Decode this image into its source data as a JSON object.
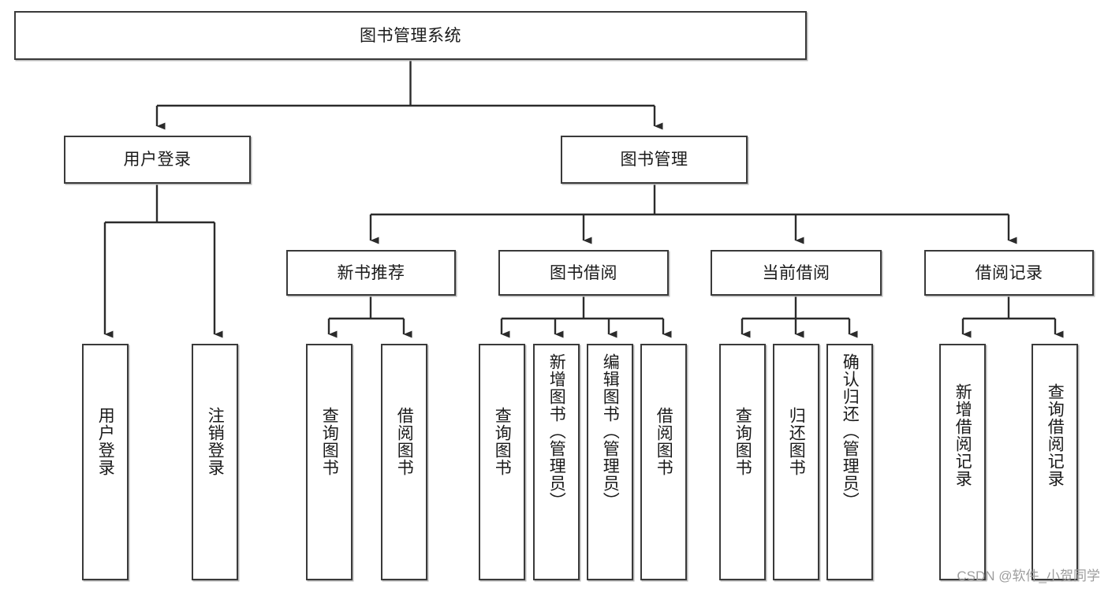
{
  "diagram": {
    "type": "tree",
    "title": "图书管理系统",
    "watermark": "CSDN @软件_小贺同学",
    "colors": {
      "box_border": "#3a3a3a",
      "box_fill": "#ffffff",
      "connector": "#2b2b2b",
      "text": "#1a1a1a",
      "watermark": "#9d9d9d"
    },
    "levels": {
      "root": {
        "label": "图书管理系统"
      },
      "level2": [
        {
          "label": "用户登录"
        },
        {
          "label": "图书管理"
        }
      ],
      "level3": [
        {
          "label": "新书推荐"
        },
        {
          "label": "图书借阅"
        },
        {
          "label": "当前借阅"
        },
        {
          "label": "借阅记录"
        }
      ],
      "leaves": [
        {
          "label": "用户登录",
          "parent": "用户登录"
        },
        {
          "label": "注销登录",
          "parent": "用户登录"
        },
        {
          "label": "查询图书",
          "parent": "新书推荐"
        },
        {
          "label": "借阅图书",
          "parent": "新书推荐"
        },
        {
          "label": "查询图书",
          "parent": "图书借阅"
        },
        {
          "label": "新增图书（管理员）",
          "parent": "图书借阅"
        },
        {
          "label": "编辑图书（管理员）",
          "parent": "图书借阅"
        },
        {
          "label": "借阅图书",
          "parent": "图书借阅"
        },
        {
          "label": "查询图书",
          "parent": "当前借阅"
        },
        {
          "label": "归还图书",
          "parent": "当前借阅"
        },
        {
          "label": "确认归还（管理员）",
          "parent": "当前借阅"
        },
        {
          "label": "新增借阅记录",
          "parent": "借阅记录"
        },
        {
          "label": "查询借阅记录",
          "parent": "借阅记录"
        }
      ]
    }
  }
}
